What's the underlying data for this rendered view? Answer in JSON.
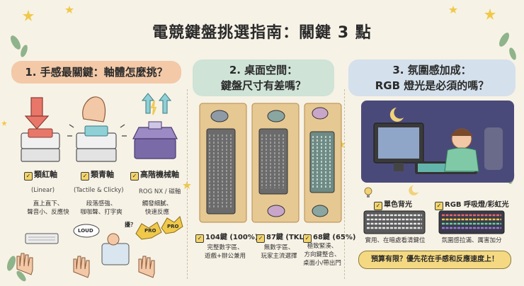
{
  "title": "電競鍵盤挑選指南：關鍵 3 點",
  "sections": [
    {
      "heading": "1. 手感最關鍵：軸體怎麼挑？",
      "items": [
        {
          "label": "類紅軸",
          "sub": "(Linear)",
          "desc": [
            "直上直下、",
            "聲音小、反應快"
          ]
        },
        {
          "label": "類青軸",
          "sub": "(Tactile & Clicky)",
          "desc": [
            "段落感強、",
            "咖咖聲、打字爽"
          ]
        },
        {
          "label": "高階機械軸",
          "sub": "ROG NX / 磁軸",
          "desc": [
            "觸發細膩、",
            "快速反應"
          ]
        }
      ],
      "bubbles": {
        "loud": "LOUD",
        "pro": "PRO",
        "question": "擾？"
      }
    },
    {
      "heading_line1": "2. 桌面空間：",
      "heading_line2": "鍵盤尺寸有差嗎？",
      "items": [
        {
          "label": "104鍵 (100%)",
          "desc": [
            "完整數字區、",
            "遊戲+辦公兼用"
          ]
        },
        {
          "label": "87鍵 (TKL)",
          "desc": [
            "無數字區、",
            "玩家主流選擇"
          ]
        },
        {
          "label": "68鍵 (65%)",
          "desc": [
            "極致緊湊、",
            "方向鍵整合、",
            "桌面小/帶出門"
          ]
        }
      ]
    },
    {
      "heading_line1": "3. 氛圍感加成：",
      "heading_line2": "RGB 燈光是必須的嗎？",
      "items": [
        {
          "label": "單色背光",
          "desc": "實用、在暗處看清鍵位"
        },
        {
          "label": "RGB 呼吸燈/彩虹光",
          "desc": "氛圍感拉滿、厲害加分"
        }
      ],
      "banner": "預算有限？優先花在手感和反應速度上！"
    }
  ],
  "colors": {
    "background": "#f7f2e6",
    "red_switch": "#e8776a",
    "blue_switch": "#8fd0d6",
    "purple_switch": "#8c7ab8",
    "banner": "#f5d982"
  }
}
